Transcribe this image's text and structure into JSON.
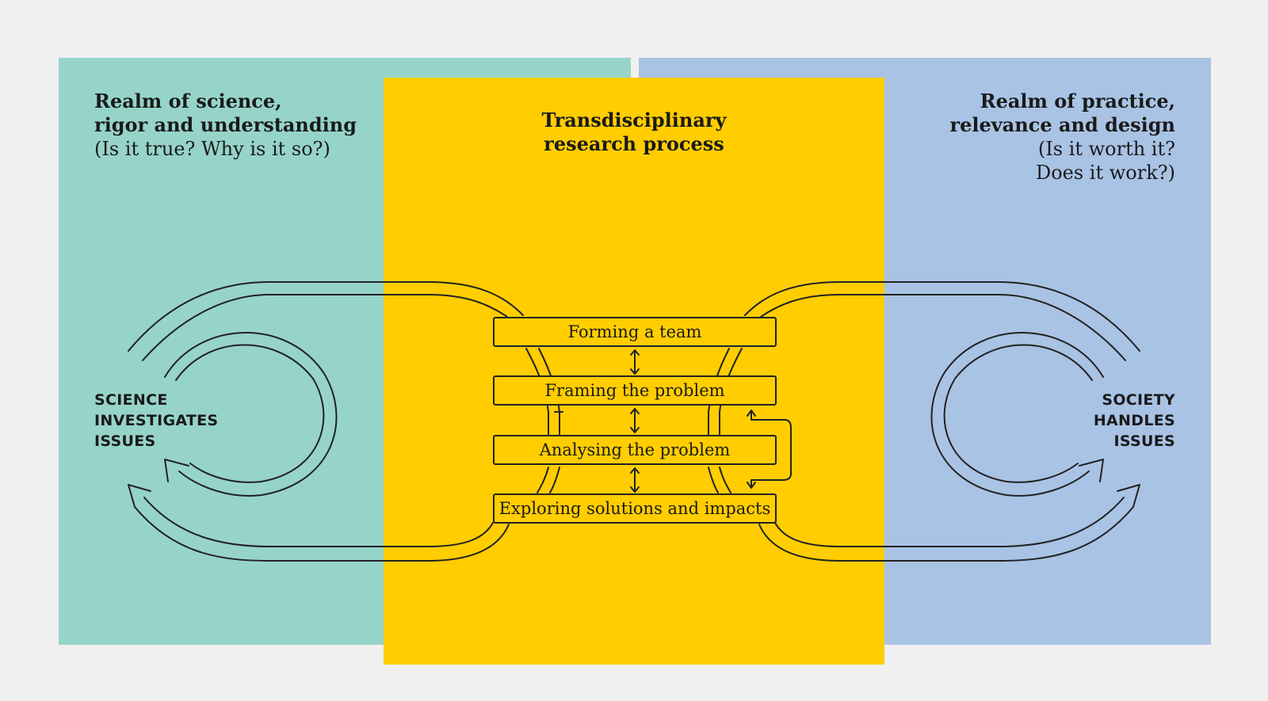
{
  "colors": {
    "background": "#f0f0f0",
    "science": "#96d4ca",
    "practice": "#a9c3e5",
    "process": "#ffcd00",
    "line": "#222222"
  },
  "science_realm": {
    "title_line1": "Realm of science,",
    "title_line2": "rigor and understanding",
    "question": "(Is it true? Why is it so?)",
    "caption_line1": "SCIENCE",
    "caption_line2": "INVESTIGATES",
    "caption_line3": "ISSUES"
  },
  "process": {
    "title_line1": "Transdisciplinary",
    "title_line2": "research process",
    "steps": [
      "Forming a team",
      "Framing the problem",
      "Analysing the problem",
      "Exploring solutions and impacts"
    ]
  },
  "practice_realm": {
    "title_line1": "Realm of practice,",
    "title_line2": "relevance and design",
    "question_line1": "(Is it worth it?",
    "question_line2": "Does it work?)",
    "caption_line1": "SOCIETY",
    "caption_line2": "HANDLES",
    "caption_line3": "ISSUES"
  }
}
